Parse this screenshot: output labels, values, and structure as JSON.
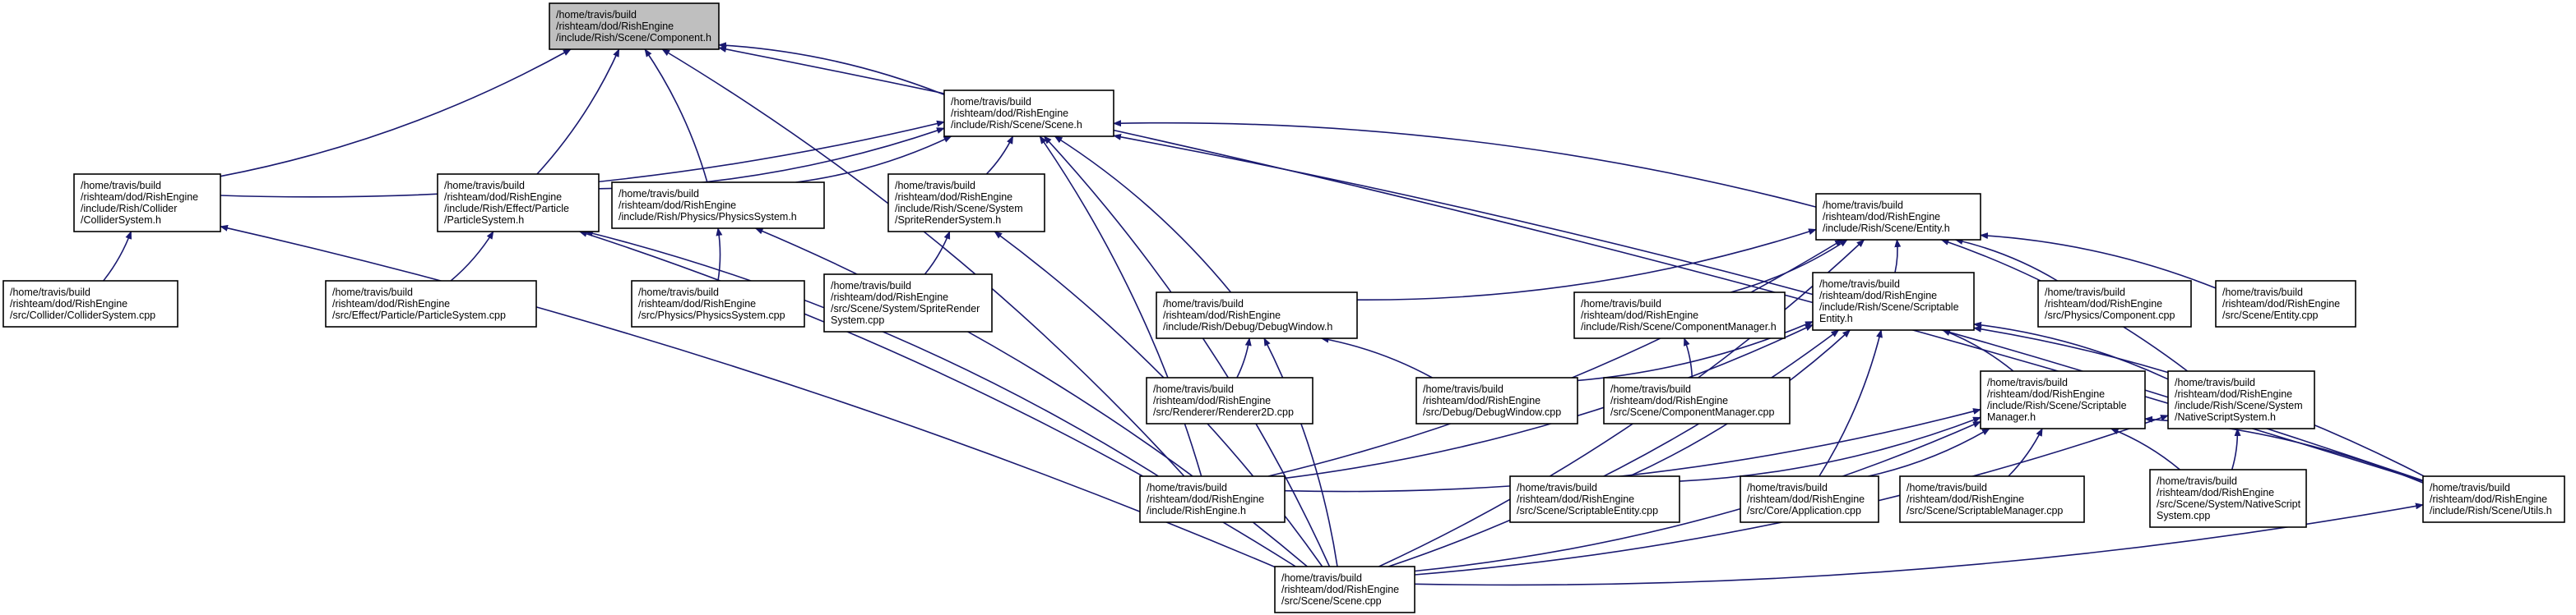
{
  "colors": {
    "edge": "#191970",
    "root_fill": "#bfbfbf",
    "node_fill": "#ffffff",
    "node_border": "#000000"
  },
  "nodes": [
    {
      "id": "component_h",
      "lines": [
        "/home/travis/build",
        "/rishteam/dod/RishEngine",
        "/include/Rish/Scene/Component.h"
      ],
      "highlight": true
    },
    {
      "id": "scene_h",
      "lines": [
        "/home/travis/build",
        "/rishteam/dod/RishEngine",
        "/include/Rish/Scene/Scene.h"
      ]
    },
    {
      "id": "collidersystem_h",
      "lines": [
        "/home/travis/build",
        "/rishteam/dod/RishEngine",
        "/include/Rish/Collider",
        "/ColliderSystem.h"
      ]
    },
    {
      "id": "particlesystem_h",
      "lines": [
        "/home/travis/build",
        "/rishteam/dod/RishEngine",
        "/include/Rish/Effect/Particle",
        "/ParticleSystem.h"
      ]
    },
    {
      "id": "physicssystem_h",
      "lines": [
        "/home/travis/build",
        "/rishteam/dod/RishEngine",
        "/include/Rish/Physics/PhysicsSystem.h"
      ]
    },
    {
      "id": "spriterendersystem_h",
      "lines": [
        "/home/travis/build",
        "/rishteam/dod/RishEngine",
        "/include/Rish/Scene/System",
        "/SpriteRenderSystem.h"
      ]
    },
    {
      "id": "entity_h",
      "lines": [
        "/home/travis/build",
        "/rishteam/dod/RishEngine",
        "/include/Rish/Scene/Entity.h"
      ]
    },
    {
      "id": "collidersystem_cpp",
      "lines": [
        "/home/travis/build",
        "/rishteam/dod/RishEngine",
        "/src/Collider/ColliderSystem.cpp"
      ]
    },
    {
      "id": "particlesystem_cpp",
      "lines": [
        "/home/travis/build",
        "/rishteam/dod/RishEngine",
        "/src/Effect/Particle/ParticleSystem.cpp"
      ]
    },
    {
      "id": "physicssystem_cpp",
      "lines": [
        "/home/travis/build",
        "/rishteam/dod/RishEngine",
        "/src/Physics/PhysicsSystem.cpp"
      ]
    },
    {
      "id": "spriterender_cpp",
      "lines": [
        "/home/travis/build",
        "/rishteam/dod/RishEngine",
        "/src/Scene/System/SpriteRender",
        "System.cpp"
      ]
    },
    {
      "id": "debugwindow_h",
      "lines": [
        "/home/travis/build",
        "/rishteam/dod/RishEngine",
        "/include/Rish/Debug/DebugWindow.h"
      ]
    },
    {
      "id": "componentmanager_h",
      "lines": [
        "/home/travis/build",
        "/rishteam/dod/RishEngine",
        "/include/Rish/Scene/ComponentManager.h"
      ]
    },
    {
      "id": "scriptableentity_h",
      "lines": [
        "/home/travis/build",
        "/rishteam/dod/RishEngine",
        "/include/Rish/Scene/Scriptable",
        "Entity.h"
      ]
    },
    {
      "id": "component_cpp",
      "lines": [
        "/home/travis/build",
        "/rishteam/dod/RishEngine",
        "/src/Physics/Component.cpp"
      ]
    },
    {
      "id": "entity_cpp",
      "lines": [
        "/home/travis/build",
        "/rishteam/dod/RishEngine",
        "/src/Scene/Entity.cpp"
      ]
    },
    {
      "id": "renderer2d_cpp",
      "lines": [
        "/home/travis/build",
        "/rishteam/dod/RishEngine",
        "/src/Renderer/Renderer2D.cpp"
      ]
    },
    {
      "id": "debugwindow_cpp",
      "lines": [
        "/home/travis/build",
        "/rishteam/dod/RishEngine",
        "/src/Debug/DebugWindow.cpp"
      ]
    },
    {
      "id": "componentmanager_cpp",
      "lines": [
        "/home/travis/build",
        "/rishteam/dod/RishEngine",
        "/src/Scene/ComponentManager.cpp"
      ]
    },
    {
      "id": "scriptablemanager_h",
      "lines": [
        "/home/travis/build",
        "/rishteam/dod/RishEngine",
        "/include/Rish/Scene/Scriptable",
        "Manager.h"
      ]
    },
    {
      "id": "nativescriptsystem_h",
      "lines": [
        "/home/travis/build",
        "/rishteam/dod/RishEngine",
        "/include/Rish/Scene/System",
        "/NativeScriptSystem.h"
      ]
    },
    {
      "id": "rishengine_h",
      "lines": [
        "/home/travis/build",
        "/rishteam/dod/RishEngine",
        "/include/RishEngine.h"
      ]
    },
    {
      "id": "scriptableentity_cpp",
      "lines": [
        "/home/travis/build",
        "/rishteam/dod/RishEngine",
        "/src/Scene/ScriptableEntity.cpp"
      ]
    },
    {
      "id": "application_cpp",
      "lines": [
        "/home/travis/build",
        "/rishteam/dod/RishEngine",
        "/src/Core/Application.cpp"
      ]
    },
    {
      "id": "scriptablemanager_cpp",
      "lines": [
        "/home/travis/build",
        "/rishteam/dod/RishEngine",
        "/src/Scene/ScriptableManager.cpp"
      ]
    },
    {
      "id": "nativescript_cpp",
      "lines": [
        "/home/travis/build",
        "/rishteam/dod/RishEngine",
        "/src/Scene/System/NativeScript",
        "System.cpp"
      ]
    },
    {
      "id": "utils_h",
      "lines": [
        "/home/travis/build",
        "/rishteam/dod/RishEngine",
        "/include/Rish/Scene/Utils.h"
      ]
    },
    {
      "id": "scene_cpp",
      "lines": [
        "/home/travis/build",
        "/rishteam/dod/RishEngine",
        "/src/Scene/Scene.cpp"
      ]
    }
  ],
  "edges": [
    {
      "from": "scene_h",
      "to": "component_h"
    },
    {
      "from": "collidersystem_h",
      "to": "component_h"
    },
    {
      "from": "particlesystem_h",
      "to": "component_h"
    },
    {
      "from": "physicssystem_h",
      "to": "component_h"
    },
    {
      "from": "rishengine_h",
      "to": "component_h"
    },
    {
      "from": "utils_h",
      "to": "component_h"
    },
    {
      "from": "collidersystem_h",
      "to": "scene_h"
    },
    {
      "from": "particlesystem_h",
      "to": "scene_h"
    },
    {
      "from": "physicssystem_h",
      "to": "scene_h"
    },
    {
      "from": "spriterendersystem_h",
      "to": "scene_h"
    },
    {
      "from": "entity_h",
      "to": "scene_h"
    },
    {
      "from": "debugwindow_h",
      "to": "scene_h"
    },
    {
      "from": "rishengine_h",
      "to": "scene_h"
    },
    {
      "from": "scene_cpp",
      "to": "scene_h"
    },
    {
      "from": "utils_h",
      "to": "scene_h"
    },
    {
      "from": "collidersystem_cpp",
      "to": "collidersystem_h"
    },
    {
      "from": "scene_cpp",
      "to": "collidersystem_h"
    },
    {
      "from": "particlesystem_cpp",
      "to": "particlesystem_h"
    },
    {
      "from": "rishengine_h",
      "to": "particlesystem_h"
    },
    {
      "from": "scene_cpp",
      "to": "particlesystem_h"
    },
    {
      "from": "physicssystem_cpp",
      "to": "physicssystem_h"
    },
    {
      "from": "scene_cpp",
      "to": "physicssystem_h"
    },
    {
      "from": "spriterender_cpp",
      "to": "spriterendersystem_h"
    },
    {
      "from": "scene_cpp",
      "to": "spriterendersystem_h"
    },
    {
      "from": "debugwindow_h",
      "to": "entity_h"
    },
    {
      "from": "componentmanager_h",
      "to": "entity_h"
    },
    {
      "from": "scriptableentity_h",
      "to": "entity_h"
    },
    {
      "from": "component_cpp",
      "to": "entity_h"
    },
    {
      "from": "entity_cpp",
      "to": "entity_h"
    },
    {
      "from": "rishengine_h",
      "to": "entity_h"
    },
    {
      "from": "nativescriptsystem_h",
      "to": "entity_h"
    },
    {
      "from": "scene_cpp",
      "to": "entity_h"
    },
    {
      "from": "renderer2d_cpp",
      "to": "debugwindow_h"
    },
    {
      "from": "debugwindow_cpp",
      "to": "debugwindow_h"
    },
    {
      "from": "scene_cpp",
      "to": "debugwindow_h"
    },
    {
      "from": "componentmanager_cpp",
      "to": "componentmanager_h"
    },
    {
      "from": "debugwindow_cpp",
      "to": "scriptableentity_h"
    },
    {
      "from": "scriptablemanager_h",
      "to": "scriptableentity_h"
    },
    {
      "from": "nativescriptsystem_h",
      "to": "scriptableentity_h"
    },
    {
      "from": "rishengine_h",
      "to": "scriptableentity_h"
    },
    {
      "from": "scriptableentity_cpp",
      "to": "scriptableentity_h"
    },
    {
      "from": "application_cpp",
      "to": "scriptableentity_h"
    },
    {
      "from": "scene_cpp",
      "to": "scriptableentity_h"
    },
    {
      "from": "utils_h",
      "to": "scriptableentity_h"
    },
    {
      "from": "rishengine_h",
      "to": "scriptablemanager_h"
    },
    {
      "from": "scriptableentity_cpp",
      "to": "scriptablemanager_h"
    },
    {
      "from": "application_cpp",
      "to": "scriptablemanager_h"
    },
    {
      "from": "scriptablemanager_cpp",
      "to": "scriptablemanager_h"
    },
    {
      "from": "nativescript_cpp",
      "to": "scriptablemanager_h"
    },
    {
      "from": "utils_h",
      "to": "scriptablemanager_h"
    },
    {
      "from": "scene_cpp",
      "to": "scriptablemanager_h"
    },
    {
      "from": "nativescript_cpp",
      "to": "nativescriptsystem_h"
    },
    {
      "from": "scene_cpp",
      "to": "nativescriptsystem_h"
    },
    {
      "from": "scene_cpp",
      "to": "utils_h"
    }
  ]
}
